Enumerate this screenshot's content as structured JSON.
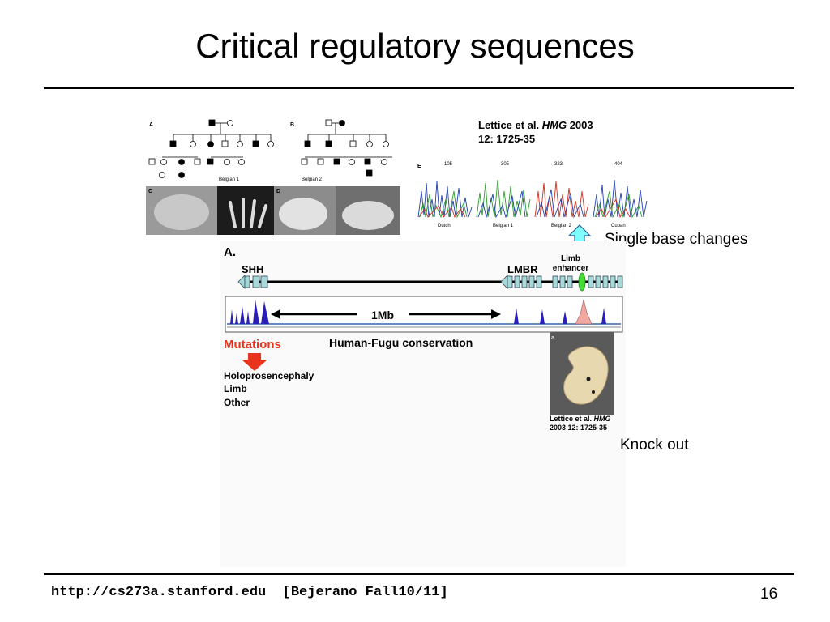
{
  "slide": {
    "title": "Critical regulatory sequences",
    "footer": "http://cs273a.stanford.edu  [Bejerano Fall10/11]",
    "page_number": "16",
    "callouts": {
      "single_base_changes": "Single base changes",
      "knock_out": "Knock out"
    }
  },
  "reference": {
    "line1_authors": "Lettice et al. ",
    "journal": "HMG",
    "line1_year": " 2003",
    "line2": "12: 1725-35"
  },
  "pedigree_figure": {
    "panel_a": "A",
    "panel_b": "B",
    "panel_c": "C",
    "panel_d": "D",
    "family_1": "Belgian 1",
    "family_2": "Belgian 2"
  },
  "chromatogram_figure": {
    "panel": "E",
    "positions": [
      "105",
      "305",
      "323",
      "404"
    ],
    "families": [
      "Dutch",
      "Belgian 1",
      "Belgian 2",
      "Cuban"
    ]
  },
  "locus_figure": {
    "panel": "A.",
    "gene_1": "SHH",
    "gene_2": "LMBR",
    "enhancer_line1": "Limb",
    "enhancer_line2": "enhancer",
    "distance": "1Mb",
    "mutations_title": "Mutations",
    "conservation_label": "Human-Fugu conservation",
    "phenotypes": [
      "Holoprosencephaly",
      "Limb",
      "Other"
    ],
    "enhancer_color": "#44dd33",
    "mutations_color": "#e8341c"
  },
  "embryo_figure": {
    "panel": "a",
    "caption_authors": "Lettice et al. ",
    "caption_journal": "HMG",
    "caption_line2": "2003 12: 1725-35"
  },
  "colors": {
    "arrow_fill": "#7fffff",
    "gene_box": "#a8d8d8",
    "peak_blue": "#2a1fb4",
    "peak_pink": "#f0a8a0"
  }
}
